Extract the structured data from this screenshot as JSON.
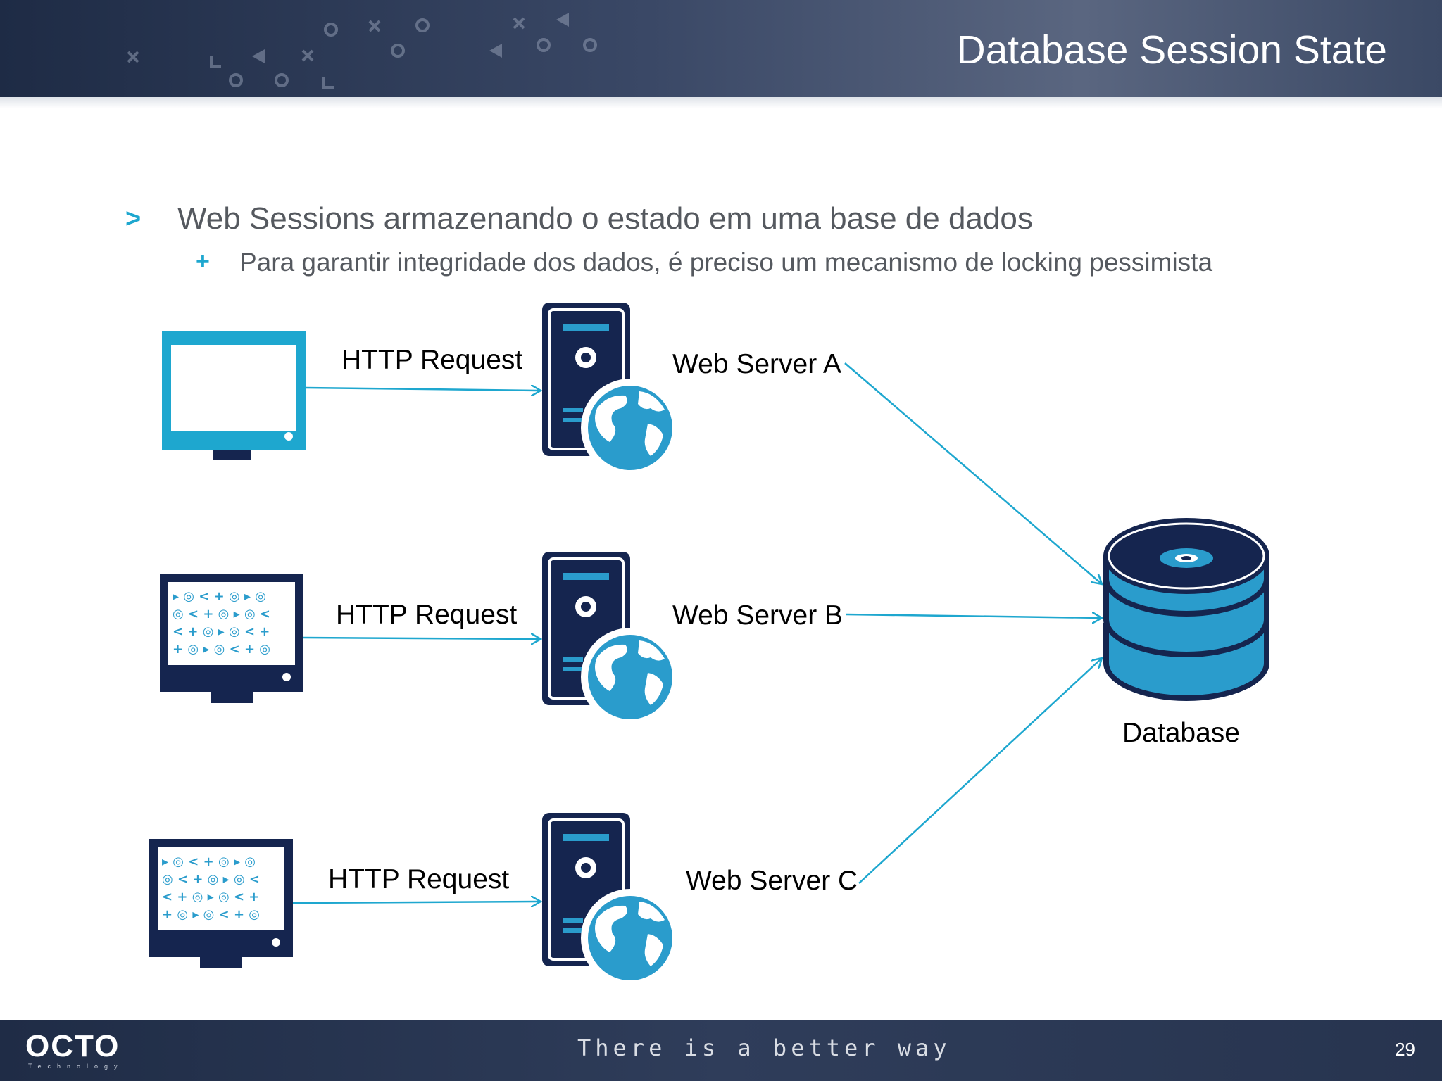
{
  "slide": {
    "title": "Database Session State",
    "bullets": [
      {
        "text": "Web Sessions armazenando o estado em uma base de dados",
        "sub": [
          "Para garantir integridade dos dados, é preciso um mecanismo de locking pessimista"
        ]
      }
    ]
  },
  "diagram": {
    "clients": [
      {
        "request_label": "HTTP Request",
        "icon": "monitor-icon"
      },
      {
        "request_label": "HTTP Request",
        "icon": "tablet-icon"
      },
      {
        "request_label": "HTTP Request",
        "icon": "tablet-icon"
      }
    ],
    "servers": [
      {
        "label": "Web Server A",
        "icon": "web-server-icon"
      },
      {
        "label": "Web Server B",
        "icon": "web-server-icon"
      },
      {
        "label": "Web Server C",
        "icon": "web-server-icon"
      }
    ],
    "database": {
      "label": "Database",
      "icon": "database-icon"
    },
    "colors": {
      "accent": "#1ea7cf",
      "navy": "#15254f"
    }
  },
  "footer": {
    "logo": "OCTO",
    "logo_sub": "Technology",
    "tagline": "There is a better way",
    "page_number": "29"
  }
}
